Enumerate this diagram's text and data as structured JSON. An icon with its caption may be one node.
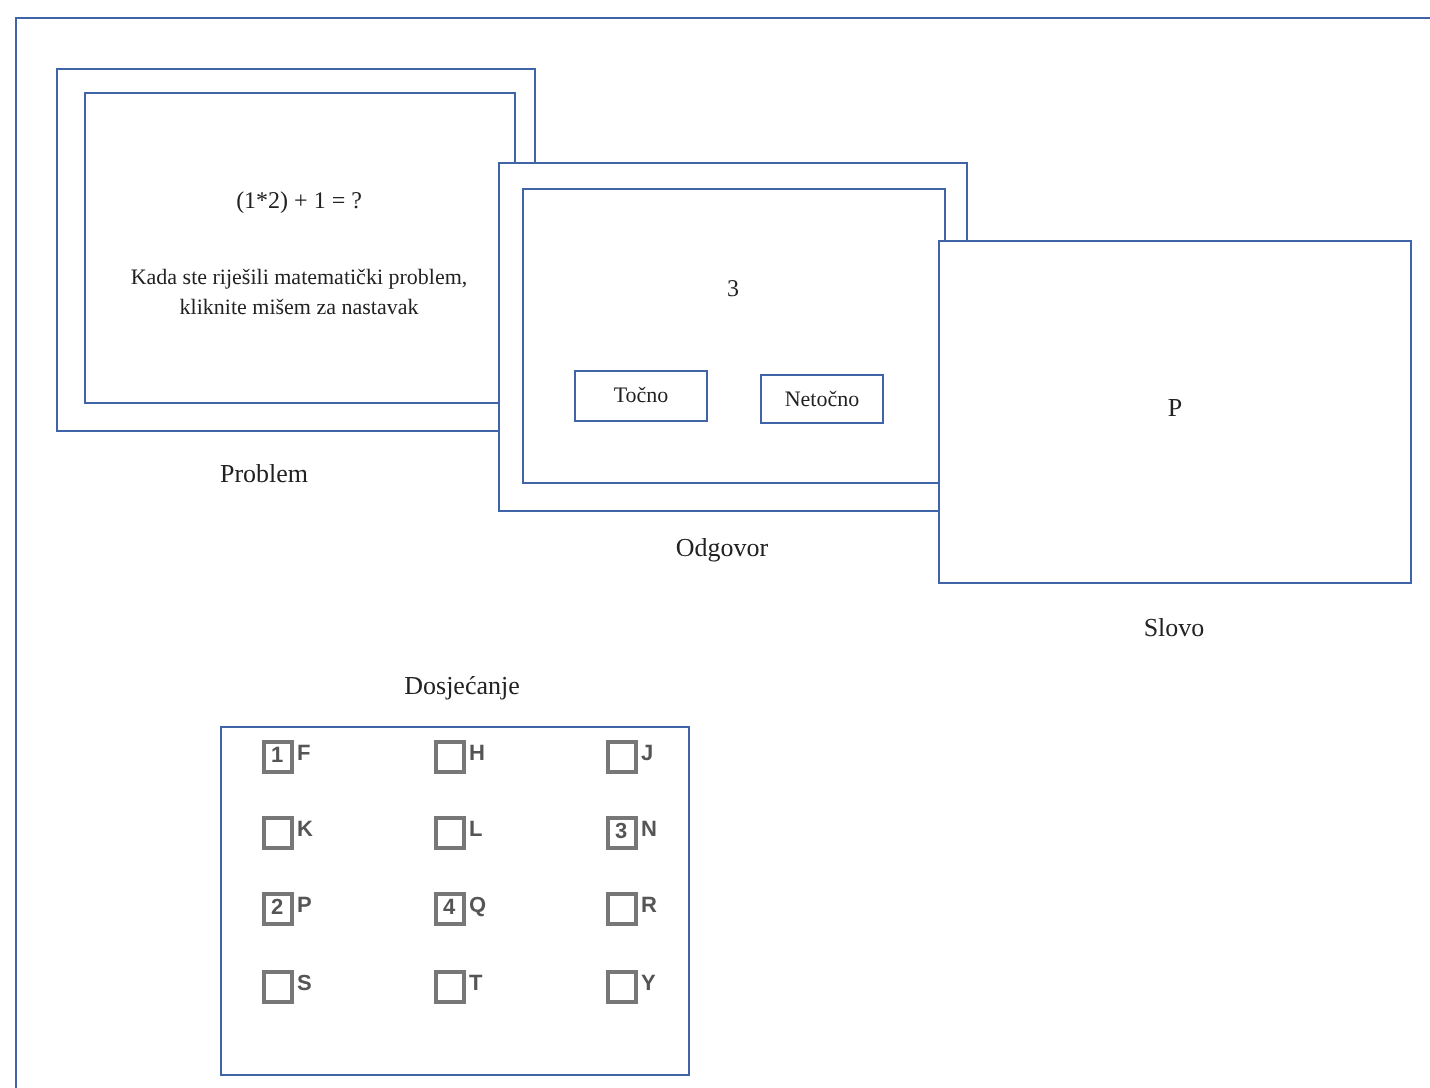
{
  "diagram": {
    "nodes": [
      {
        "text": [],
        "shape": "box",
        "beside": [
          "Problem"
        ]
      },
      {
        "text": [
          "(1*2) + 1 = ?",
          "Kada ste riješili matematički problem, kliknite mišem za nastavak"
        ],
        "in": 0
      },
      {
        "text": [],
        "shape": "box",
        "beside": [
          "Odgovor"
        ]
      },
      {
        "text": [
          "3"
        ],
        "in": 2
      },
      {
        "text": [
          "Točno"
        ],
        "in": 3
      },
      {
        "text": [
          "Netočno"
        ],
        "in": 3
      },
      {
        "text": [
          "P"
        ],
        "beside": [
          "Slovo"
        ]
      },
      {
        "text": [],
        "shape": "box",
        "beside": [
          "Dosjećanje"
        ]
      },
      {
        "text": [
          "1"
        ],
        "in": 7,
        "beside": [
          "F"
        ]
      },
      {
        "text": [],
        "shape": "box",
        "in": 7,
        "beside": [
          "H"
        ]
      },
      {
        "text": [],
        "shape": "box",
        "in": 7,
        "beside": [
          "J"
        ]
      },
      {
        "text": [],
        "shape": "box",
        "in": 7,
        "beside": [
          "K"
        ]
      },
      {
        "text": [],
        "shape": "box",
        "in": 7,
        "beside": [
          "L"
        ]
      },
      {
        "text": [
          "3"
        ],
        "in": 7,
        "beside": [
          "N"
        ]
      },
      {
        "text": [
          "2"
        ],
        "in": 7,
        "beside": [
          "P"
        ]
      },
      {
        "text": [
          "4"
        ],
        "in": 7,
        "beside": [
          "Q"
        ]
      },
      {
        "text": [],
        "shape": "box",
        "in": 7,
        "beside": [
          "R"
        ]
      },
      {
        "text": [],
        "shape": "box",
        "in": 7,
        "beside": [
          "S"
        ]
      },
      {
        "text": [],
        "shape": "box",
        "in": 7,
        "beside": [
          "T"
        ]
      },
      {
        "text": [],
        "shape": "box",
        "in": 7,
        "beside": [
          "Y"
        ]
      }
    ]
  }
}
